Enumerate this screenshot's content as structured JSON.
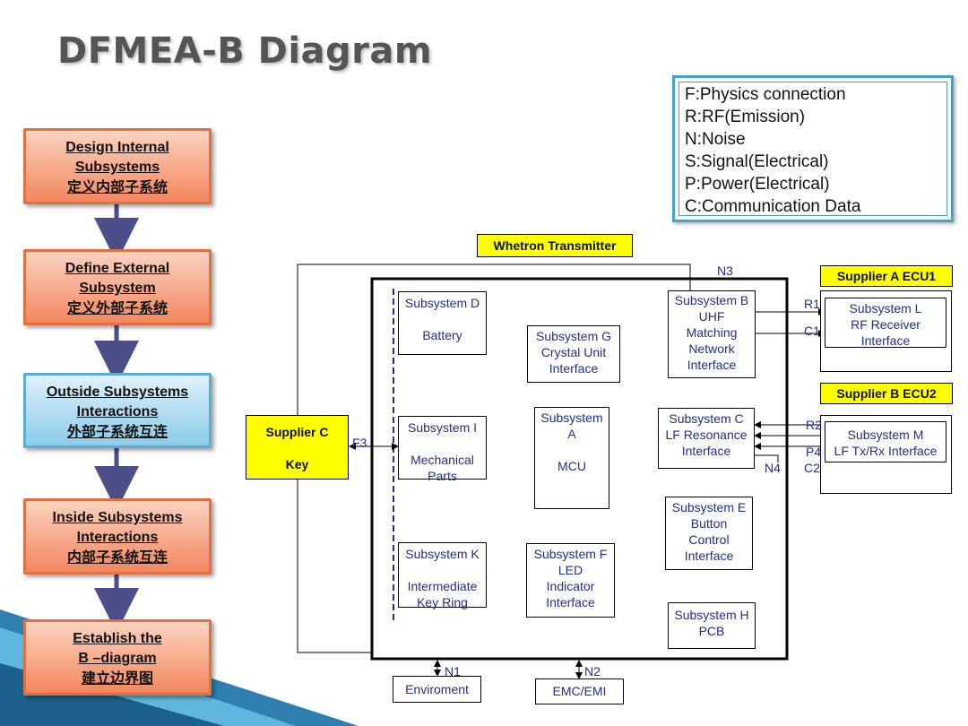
{
  "title": "DFMEA-B Diagram",
  "steps": [
    {
      "en1": "Design Internal",
      "en2": "Subsystems",
      "cn": "定义内部子系统",
      "color": "#f2875f"
    },
    {
      "en1": "Define External",
      "en2": "Subsystem",
      "cn": "定义外部子系统",
      "color": "#f2875f"
    },
    {
      "en1": "Outside Subsystems",
      "en2": "Interactions",
      "cn": "外部子系统互连",
      "color": "#8ccbe9"
    },
    {
      "en1": "Inside Subsystems",
      "en2": "Interactions",
      "cn": "内部子系统互连",
      "color": "#f2875f"
    },
    {
      "en1": "Establish the",
      "en2": "B –diagram",
      "cn": "建立边界图",
      "color": "#f2875f"
    }
  ],
  "legend": [
    "F:Physics connection",
    "R:RF(Emission)",
    "N:Noise",
    "S:Signal(Electrical)",
    "P:Power(Electrical)",
    "C:Communication Data"
  ],
  "diagram": {
    "transmitter_label": "Whetron Transmitter",
    "supplier_a": "Supplier A ECU1",
    "supplier_b": "Supplier B ECU2",
    "supplier_c": {
      "line1": "Supplier C",
      "line2": "Key"
    },
    "subsystems": {
      "d": {
        "line1": "Subsystem D",
        "line2": "Battery"
      },
      "g": {
        "line1": "Subsystem G",
        "line2": "Crystal Unit",
        "line3": "Interface"
      },
      "b": {
        "line1": "Subsystem B",
        "line2": "UHF",
        "line3": "Matching",
        "line4": "Network",
        "line5": "Interface"
      },
      "i": {
        "line1": "Subsystem I",
        "line2": "Mechanical",
        "line3": "Parts"
      },
      "a": {
        "line1": "Subsystem",
        "line2": "A",
        "line3": "MCU"
      },
      "c": {
        "line1": "Subsystem C",
        "line2": "LF Resonance",
        "line3": "Interface"
      },
      "e": {
        "line1": "Subsystem E",
        "line2": "Button",
        "line3": "Control",
        "line4": "Interface"
      },
      "k": {
        "line1": "Subsystem K",
        "line2": "Intermediate",
        "line3": "Key Ring"
      },
      "f": {
        "line1": "Subsystem F",
        "line2": "LED",
        "line3": "Indicator",
        "line4": "Interface"
      },
      "h": {
        "line1": "Subsystem H",
        "line2": "PCB"
      },
      "l": {
        "line1": "Subsystem L",
        "line2": "RF Receiver",
        "line3": "Interface"
      },
      "m": {
        "line1": "Subsystem M",
        "line2": "LF Tx/Rx Interface"
      }
    },
    "external": {
      "env": "Enviroment",
      "emc": "EMC/EMI"
    },
    "labels": {
      "n1": "N1",
      "n2": "N2",
      "n3": "N3",
      "n4": "N4",
      "f3": "F3",
      "r1": "R1",
      "c1": "C1",
      "r2": "R2",
      "p4": "P4",
      "c2": "C2"
    }
  }
}
